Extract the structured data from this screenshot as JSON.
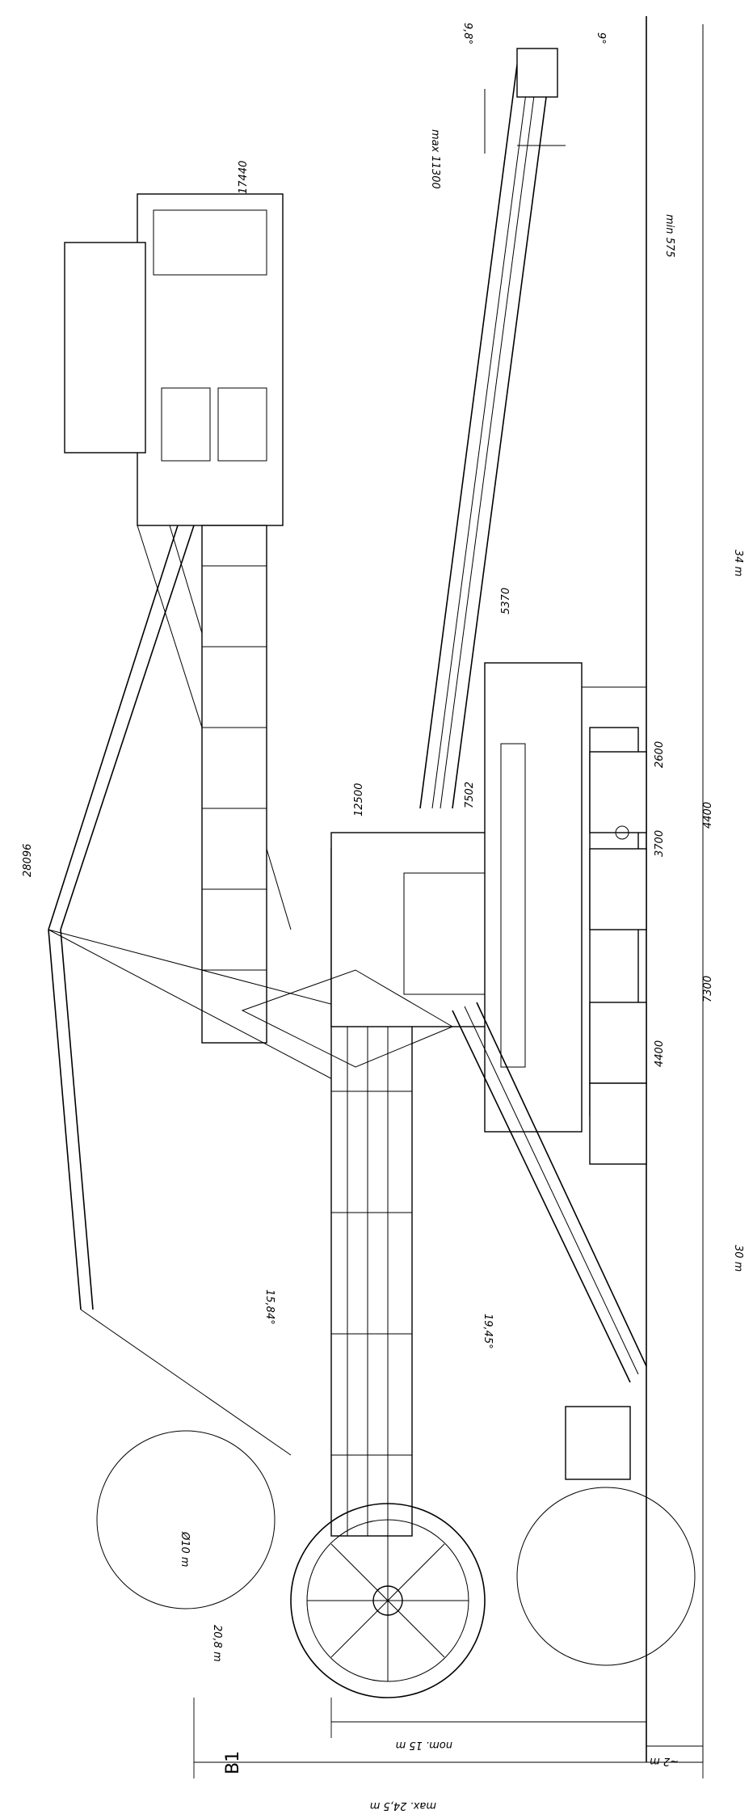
{
  "drawing": {
    "dimensions": {
      "d_9_8": "9,8°",
      "d_9": "9°",
      "max_11300": "max 11300",
      "min_575": "min 575",
      "d_17440": "17440",
      "d_34m": "34 m",
      "d_5370": "5370",
      "d_28096": "28096",
      "d_12500": "12500",
      "d_7502": "7502",
      "d_2600": "2600",
      "d_4400_a": "4400",
      "d_3700": "3700",
      "d_7300": "7300",
      "d_4400_b": "4400",
      "d_15_84": "15,84°",
      "d_19_45": "19,45°",
      "d_30m": "30 m",
      "r_10m": "Ø10 m",
      "d_20_8m": "20,8 m",
      "nom_15m": "nom. 15 m",
      "d_2m": "~2 m",
      "max_24_5m": "max. 24,5 m",
      "b1": "B1"
    }
  }
}
